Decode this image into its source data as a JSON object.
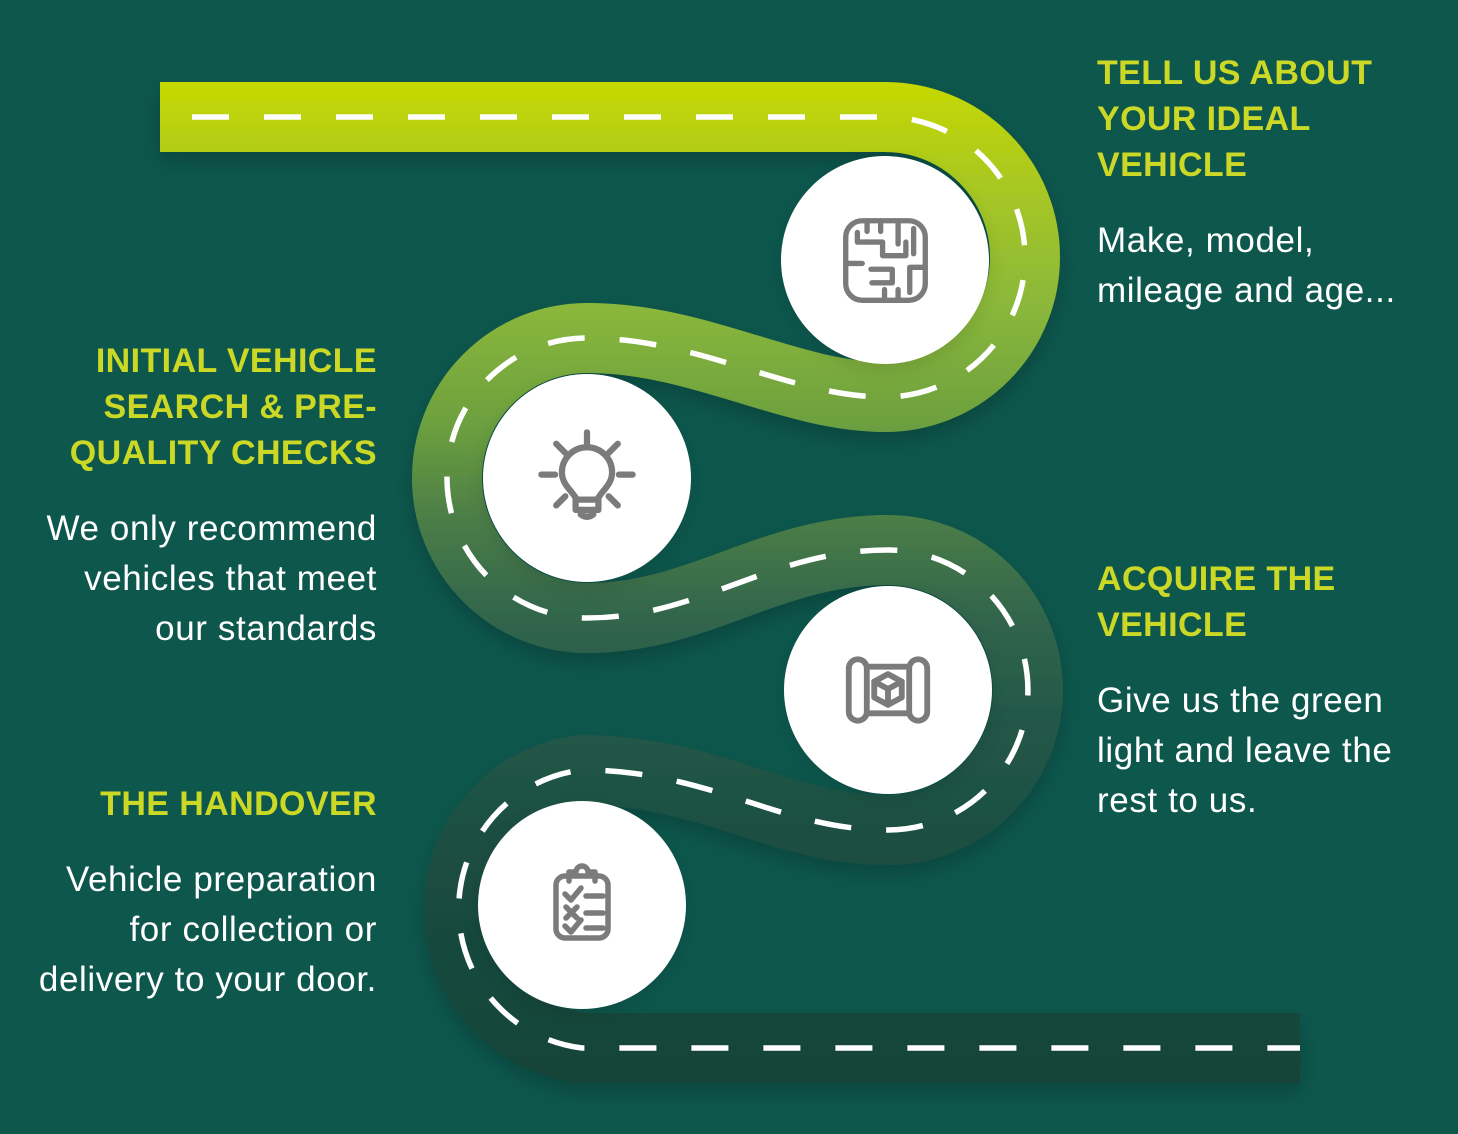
{
  "colors": {
    "background": "#0d574d",
    "headline": "#ccd826",
    "body_text": "#ffffff",
    "road_stops": [
      "#c6d800",
      "#a9c822",
      "#8bb83a",
      "#6da03f",
      "#4a7c47",
      "#32664c",
      "#225747",
      "#1a4c40",
      "#164438"
    ],
    "road_centerline": "#ffffff",
    "circle_fill": "#ffffff",
    "icon_stroke": "#7b7b7b"
  },
  "steps": [
    {
      "id": 1,
      "icon": "maze-icon",
      "title_lines": [
        "TELL US ABOUT",
        "YOUR IDEAL",
        "VEHICLE"
      ],
      "description_lines": [
        "Make, model,",
        "mileage and age..."
      ]
    },
    {
      "id": 2,
      "icon": "lightbulb-icon",
      "title_lines": [
        "INITIAL VEHICLE",
        "SEARCH & PRE-",
        "QUALITY CHECKS"
      ],
      "description_lines": [
        "We only recommend",
        "vehicles that meet",
        "our standards"
      ]
    },
    {
      "id": 3,
      "icon": "blueprint-cube-icon",
      "title_lines": [
        "ACQUIRE THE",
        "VEHICLE"
      ],
      "description_lines": [
        "Give us the green",
        "light and leave the",
        "rest to us."
      ]
    },
    {
      "id": 4,
      "icon": "clipboard-checklist-icon",
      "title_lines": [
        "THE HANDOVER"
      ],
      "description_lines": [
        "Vehicle preparation",
        "for collection or",
        "delivery to your door."
      ]
    }
  ]
}
